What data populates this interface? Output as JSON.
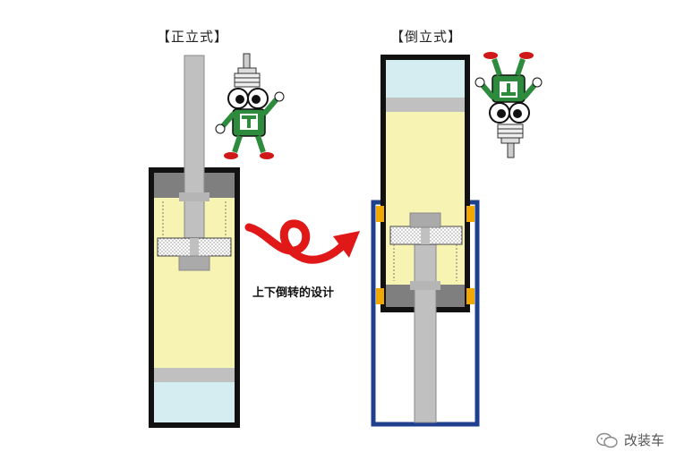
{
  "title_upright": "【正立式】",
  "title_inverted": "【倒立式】",
  "arrow_caption": "上下倒转的设计",
  "watermark_text": "改装车",
  "colors": {
    "outline": "#111111",
    "rod": "#c0c0c0",
    "oil": "#f7f3b3",
    "gas": "#d5edf0",
    "cap": "#7f7f7f",
    "blue_tube": "#1f3f8f",
    "arrow": "#e01818",
    "bushing": "#f0a800"
  },
  "icons": [
    "mascot-upright-icon",
    "mascot-inverted-icon",
    "curly-arrow-icon",
    "wechat-icon"
  ]
}
